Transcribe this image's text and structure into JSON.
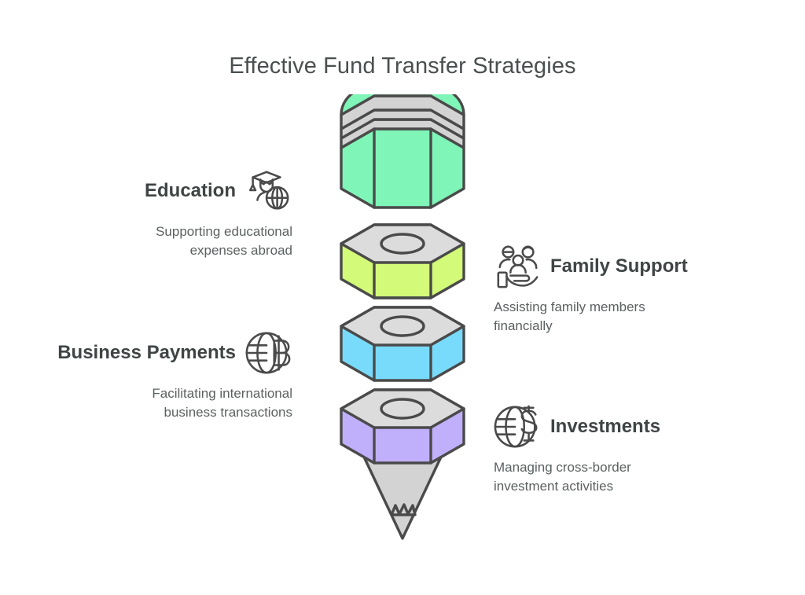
{
  "title": "Effective Fund Transfer Strategies",
  "theme": {
    "background": "#ffffff",
    "stroke": "#4a4a4a",
    "gray_fill": "#d3d3d3",
    "gray_fill_light": "#dcdcdc",
    "title_color": "#4a4f4f",
    "heading_color": "#3f4444",
    "body_color": "#5b6060"
  },
  "funnel": {
    "tiers": [
      {
        "id": "education",
        "label": "Education",
        "color": "#7ff5b8",
        "shape": "capped-cylinder"
      },
      {
        "id": "family",
        "label": "Family Support",
        "color": "#d3fa78",
        "shape": "hex-nut"
      },
      {
        "id": "business",
        "label": "Business Payments",
        "color": "#79dbfc",
        "shape": "hex-nut"
      },
      {
        "id": "investments",
        "label": "Investments",
        "color": "#c0affb",
        "shape": "hex-nut"
      }
    ],
    "spout": {
      "color": "#d3d3d3",
      "shape": "cone"
    }
  },
  "labels": {
    "education": {
      "title": "Education",
      "desc": "Supporting educational\nexpenses abroad",
      "icon": "graduation-cap-globe-icon",
      "side": "left"
    },
    "business": {
      "title": "Business Payments",
      "desc": "Facilitating international\nbusiness transactions",
      "icon": "globe-currency-icon",
      "side": "left"
    },
    "family": {
      "title": "Family Support",
      "desc": "Assisting family members\nfinancially",
      "icon": "hand-family-icon",
      "side": "right"
    },
    "investments": {
      "title": "Investments",
      "desc": "Managing cross-border\ninvestment activities",
      "icon": "globe-dollar-icon",
      "side": "right"
    }
  }
}
